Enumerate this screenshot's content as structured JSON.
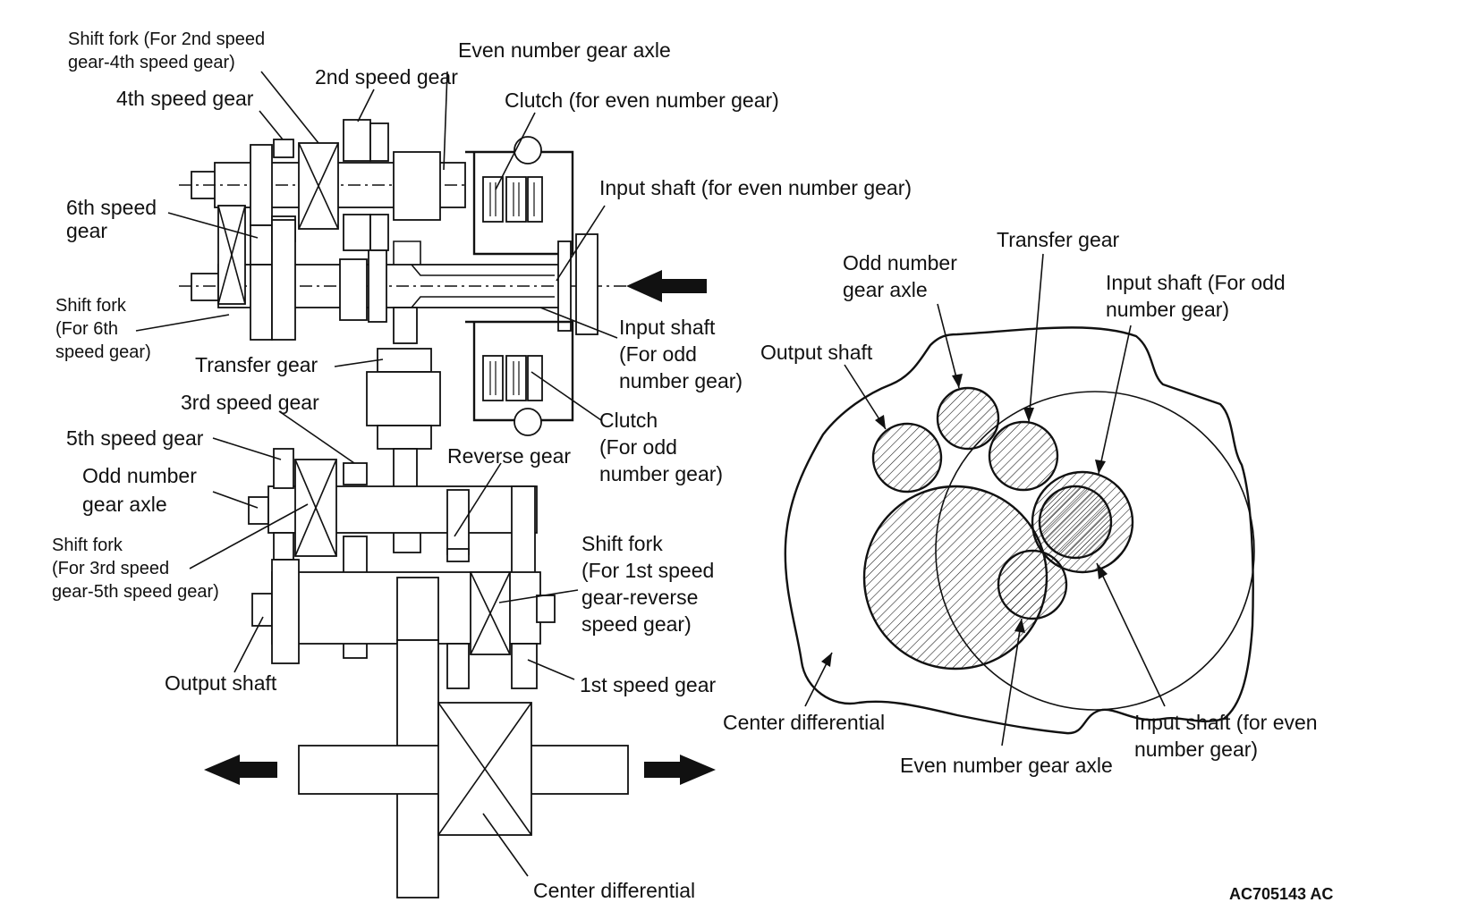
{
  "left_labels": {
    "shift_fork_24_line1": "Shift fork (For 2nd speed",
    "shift_fork_24_line2": "gear-4th speed gear)",
    "even_gear_axle": "Even number gear axle",
    "gear_2nd": "2nd speed gear",
    "gear_4th": "4th speed gear",
    "clutch_even": "Clutch (for even number gear)",
    "input_shaft_even": "Input shaft (for even number gear)",
    "gear_6th_line1": "6th speed",
    "gear_6th_line2": "gear",
    "shift_fork_6_line1": "Shift fork",
    "shift_fork_6_line2": "(For 6th",
    "shift_fork_6_line3": "speed gear)",
    "input_shaft_odd_line1": "Input shaft",
    "input_shaft_odd_line2": "(For odd",
    "input_shaft_odd_line3": "number gear)",
    "transfer_gear": "Transfer gear",
    "gear_3rd": "3rd speed gear",
    "clutch_odd_line1": "Clutch",
    "clutch_odd_line2": "(For odd",
    "clutch_odd_line3": "number gear)",
    "gear_5th": "5th speed gear",
    "reverse_gear": "Reverse gear",
    "odd_gear_axle_line1": "Odd number",
    "odd_gear_axle_line2": "gear axle",
    "shift_fork_35_line1": "Shift fork",
    "shift_fork_35_line2": "(For 3rd speed",
    "shift_fork_35_line3": "gear-5th speed gear)",
    "shift_fork_1r_line1": "Shift fork",
    "shift_fork_1r_line2": "(For 1st speed",
    "shift_fork_1r_line3": "gear-reverse",
    "shift_fork_1r_line4": "speed gear)",
    "output_shaft": "Output shaft",
    "gear_1st": "1st speed gear",
    "center_differential": "Center differential"
  },
  "right_labels": {
    "transfer_gear": "Transfer gear",
    "odd_gear_axle_line1": "Odd number",
    "odd_gear_axle_line2": "gear axle",
    "input_shaft_odd_line1": "Input shaft (For odd",
    "input_shaft_odd_line2": "number gear)",
    "output_shaft": "Output shaft",
    "center_differential": "Center differential",
    "even_gear_axle": "Even number gear axle",
    "input_shaft_even_line1": "Input shaft (for even",
    "input_shaft_even_line2": "number gear)"
  },
  "figure_code": "AC705143 AC"
}
